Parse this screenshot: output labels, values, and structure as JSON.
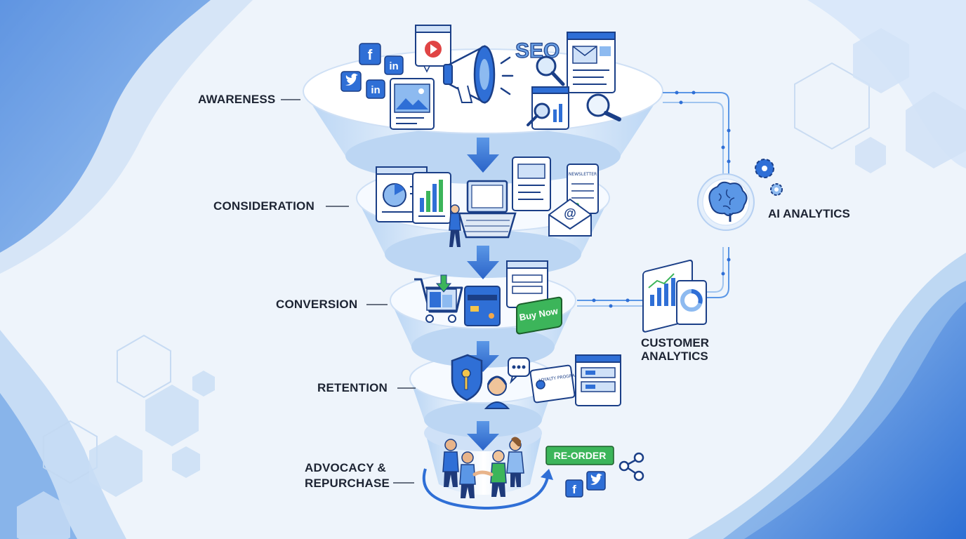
{
  "stages": [
    {
      "label": "AWARENESS"
    },
    {
      "label": "CONSIDERATION"
    },
    {
      "label": "CONVERSION"
    },
    {
      "label": "RETENTION"
    },
    {
      "label_line1": "ADVOCACY &",
      "label_line2": "REPURCHASE"
    }
  ],
  "side": {
    "ai_analytics": "AI ANALYTICS",
    "customer_analytics_line1": "CUSTOMER",
    "customer_analytics_line2": "ANALYTICS"
  },
  "buttons": {
    "buy_now": "Buy Now",
    "re_order": "RE-ORDER"
  },
  "icon_text": {
    "seo": "SEO",
    "linkedin": "in",
    "facebook": "f",
    "newsletter": "NEWSLETTER",
    "loyalty": "LOYALTY PROGRAM",
    "email_at": "@"
  },
  "colors": {
    "brand_blue": "#2f6fd6",
    "light_blue": "#cfe1f8",
    "accent_green": "#3cb55a",
    "text_dark": "#1d2433"
  },
  "icons": [
    "facebook-icon",
    "linkedin-icon",
    "twitter-icon",
    "video-icon",
    "megaphone-icon",
    "seo-icon",
    "email-icon",
    "search-icon",
    "chart-icon",
    "laptop-icon",
    "cart-icon",
    "credit-card-icon",
    "shield-icon",
    "headset-icon",
    "chat-icon",
    "brain-icon",
    "gear-icon",
    "share-icon"
  ]
}
